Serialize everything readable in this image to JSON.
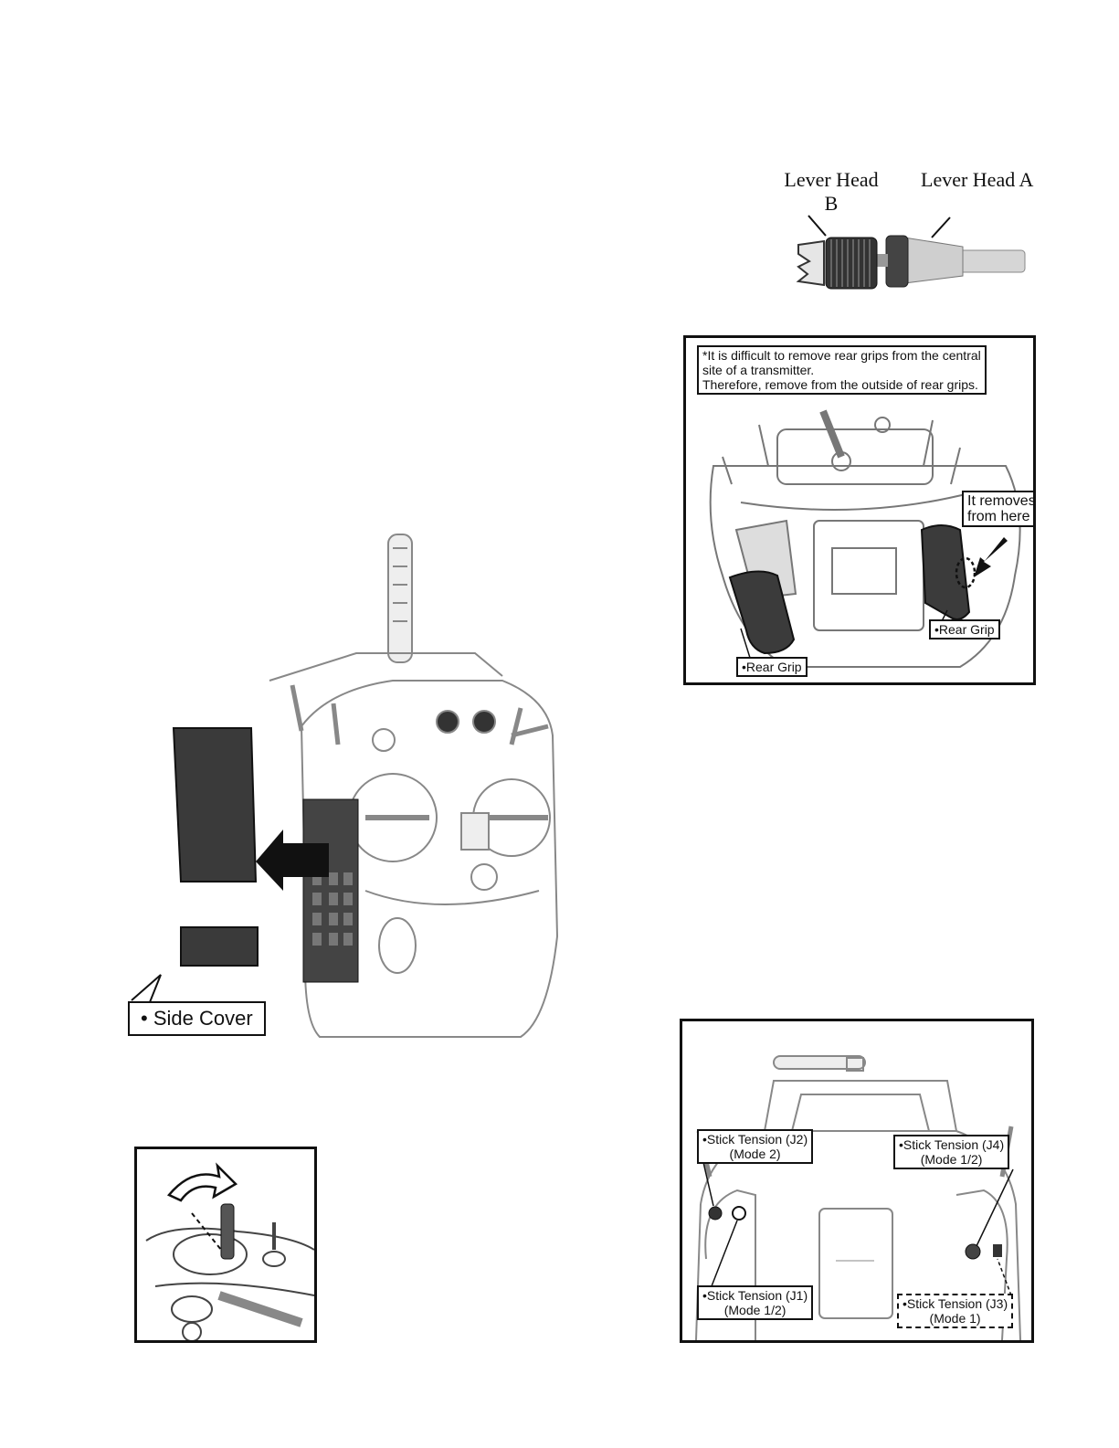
{
  "lever_head": {
    "label_b": "Lever Head B",
    "label_b_line1": "Lever Head",
    "label_b_line2": "B",
    "label_a": "Lever Head A"
  },
  "rear_grip_figure": {
    "note_line1": "*It is difficult to remove rear grips from the central",
    "note_line2": "site of a transmitter.",
    "note_line3": "Therefore, remove from the outside of rear grips.",
    "callout_line1": "It removes",
    "callout_line2": "from here",
    "rear_grip_right": "•Rear Grip",
    "rear_grip_left": "•Rear Grip"
  },
  "side_cover_figure": {
    "label": "• Side Cover"
  },
  "stick_tension_figure": {
    "j2_line1": "•Stick Tension (J2)",
    "j2_line2": "(Mode 2)",
    "j4_line1": "•Stick Tension (J4)",
    "j4_line2": "(Mode 1/2)",
    "j1_line1": "•Stick Tension (J1)",
    "j1_line2": "(Mode 1/2)",
    "j3_line1": "•Stick Tension (J3)",
    "j3_line2": "(Mode 1)"
  }
}
